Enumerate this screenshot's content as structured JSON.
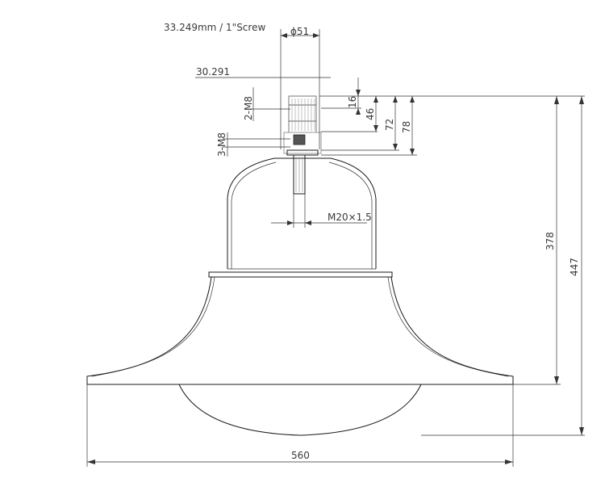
{
  "drawing": {
    "labels": {
      "screw": "33.249mm / 1\"Screw",
      "dia51": "ϕ51",
      "d30": "30.291",
      "m8_2": "2-M8",
      "m8_3": "3-M8",
      "d16": "16",
      "d46": "46",
      "d72": "72",
      "d78": "78",
      "thread": "M20×1.5",
      "h378": "378",
      "h447": "447",
      "w560": "560"
    }
  }
}
